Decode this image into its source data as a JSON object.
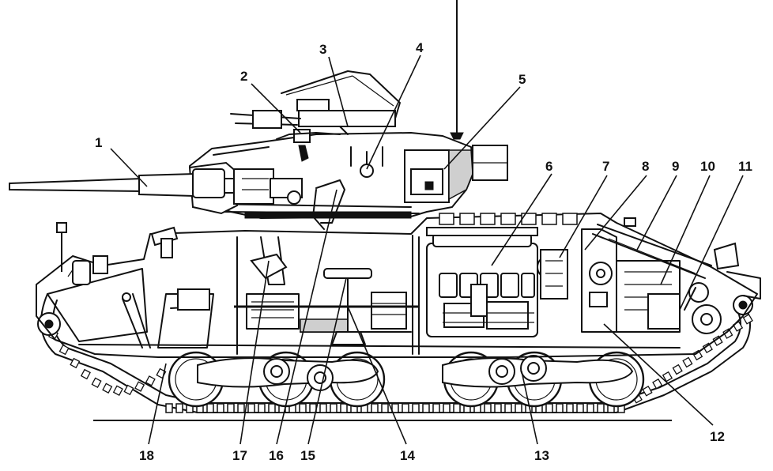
{
  "diagram": {
    "labels": [
      {
        "id": "1",
        "text": "1"
      },
      {
        "id": "2",
        "text": "2"
      },
      {
        "id": "3",
        "text": "3"
      },
      {
        "id": "4",
        "text": "4"
      },
      {
        "id": "5",
        "text": "5"
      },
      {
        "id": "6",
        "text": "6"
      },
      {
        "id": "7",
        "text": "7"
      },
      {
        "id": "8",
        "text": "8"
      },
      {
        "id": "9",
        "text": "9"
      },
      {
        "id": "10",
        "text": "10"
      },
      {
        "id": "11",
        "text": "11"
      },
      {
        "id": "12",
        "text": "12"
      },
      {
        "id": "13",
        "text": "13"
      },
      {
        "id": "14",
        "text": "14"
      },
      {
        "id": "15",
        "text": "15"
      },
      {
        "id": "16",
        "text": "16"
      },
      {
        "id": "17",
        "text": "17"
      },
      {
        "id": "18",
        "text": "18"
      }
    ]
  }
}
